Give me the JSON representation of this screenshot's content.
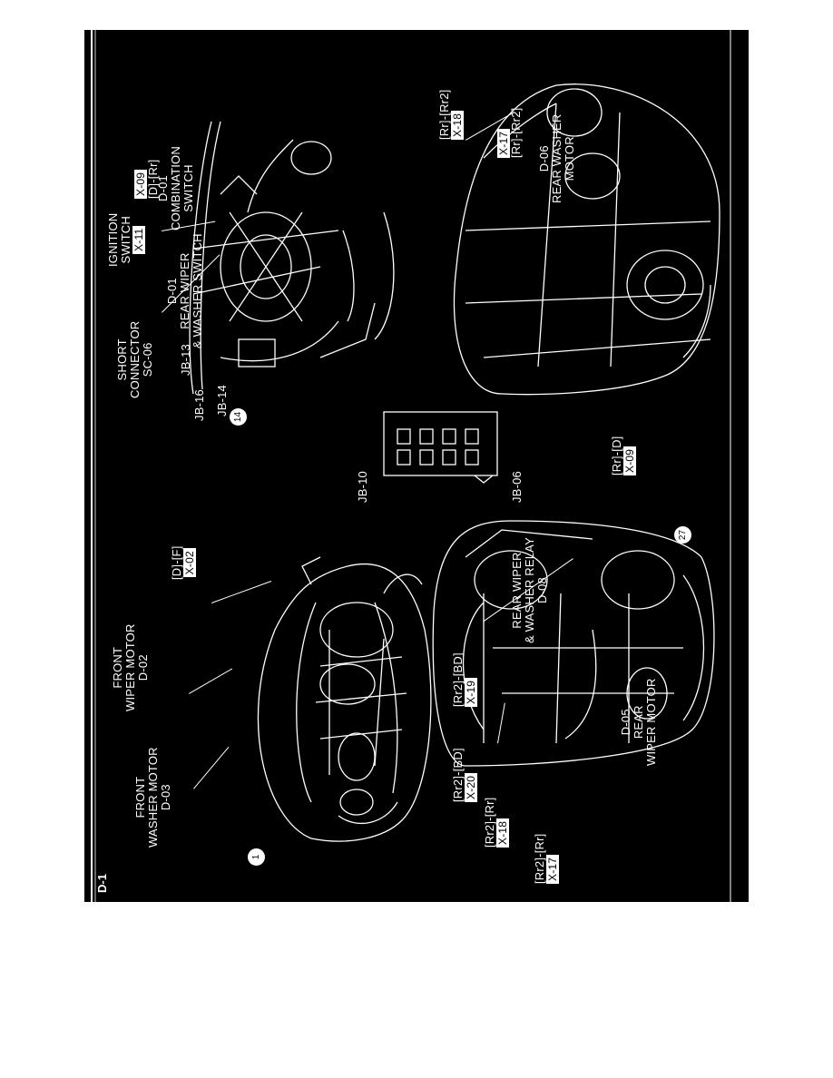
{
  "page": {
    "label": "D-1"
  },
  "engine_bay": {
    "front_washer_motor": {
      "title": "FRONT\nWASHER MOTOR",
      "code": "D-03"
    },
    "front_wiper_motor": {
      "title": "FRONT\nWIPER MOTOR",
      "code": "D-02"
    },
    "connector_d_f": {
      "pins": "[D]-[F]",
      "id": "X-02"
    },
    "ground_point": "1"
  },
  "rear_view": {
    "rear_wiper_relay": {
      "title": "REAR WIPER\n& WASHER RELAY",
      "code": "D-08"
    },
    "connector_rr2_bd_a": {
      "pins": "[Rr2]-[BD]",
      "id": "X-19"
    },
    "connector_rr2_bd_b": {
      "pins": "[Rr2]-[BD]",
      "id": "X-20"
    },
    "connector_rr2_rr_a": {
      "pins": "[Rr2]-[Rr]",
      "id": "X-18"
    },
    "connector_rr2_rr_b": {
      "pins": "[Rr2]-[Rr]",
      "id": "X-17"
    },
    "rear_wiper_motor": {
      "title": "D-05\nREAR\nWIPER MOTOR"
    },
    "ground_point": "27"
  },
  "junction_block": {
    "top_label": "JB-10",
    "bottom_label": "JB-06"
  },
  "dash": {
    "ignition_switch": {
      "title": "IGNITION\nSWITCH",
      "id": "X-11"
    },
    "short_connector": {
      "title": "SHORT\nCONNECTOR\nSC-06"
    },
    "connector_d_rr": {
      "id": "X-09",
      "pins": "[D]-[Rr]"
    },
    "combination_switch": {
      "title": "D-01\nCOMBINATION\nSWITCH"
    },
    "rear_wiper_switch": {
      "title": "D-01\nREAR WIPER\n& WASHER SWITCH"
    },
    "jb13": "JB-13",
    "jb14": "JB-14",
    "jb16": "JB-16",
    "ground_point": "14"
  },
  "rear_side_view": {
    "connector_rr_rr2_a": {
      "pins": "[Rr]-[Rr2]",
      "id": "X-18"
    },
    "connector_rr_rr2_b": {
      "id": "X-17",
      "pins": "[Rr]-[Rr2]"
    },
    "rear_washer_motor": {
      "title": "D-06\nREAR WASHER\nMOTOR"
    },
    "connector_rr_d": {
      "pins": "[Rr]-[D]",
      "id": "X-09"
    }
  },
  "colors": {
    "background": "#000000",
    "ink": "#ffffff",
    "page": "#ffffff"
  }
}
